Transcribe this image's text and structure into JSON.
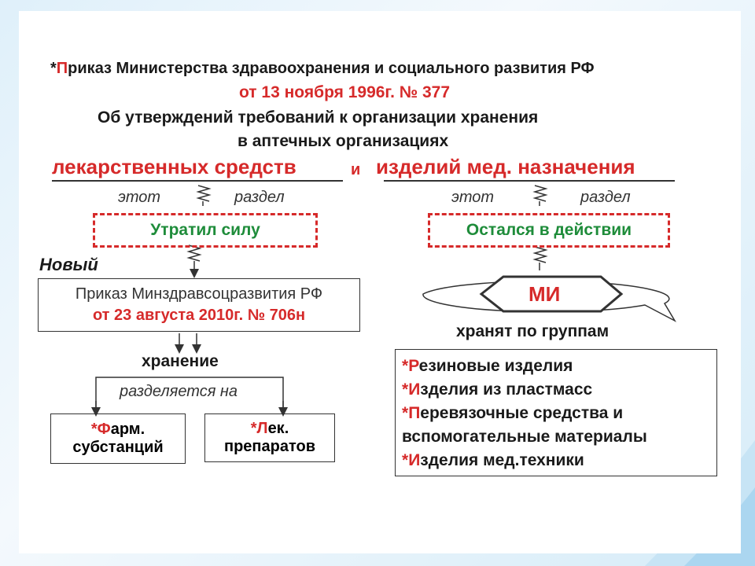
{
  "title": {
    "line1_star": "*",
    "line1_red": "П",
    "line1_rest": "риказ Министерства здравоохранения и социального развития РФ",
    "line2": "от 13 ноября 1996г. № 377",
    "line3": "Об утверждений требований к организации хранения",
    "line4": "в аптечных организациях",
    "line5_left": "лекарственных средств",
    "line5_mid": "и",
    "line5_right": "изделий мед. назначения"
  },
  "left": {
    "label_this": "этот",
    "label_section": "раздел",
    "status": "Утратил силу",
    "new_label": "Новый",
    "new_order_line1": "Приказ Минздравсоцразвития РФ",
    "new_order_line2": "от 23 августа 2010г. № 706н",
    "storage": "хранение",
    "divided": "разделяется на",
    "box1_star": "*",
    "box1_red": "Ф",
    "box1_rest": "арм.",
    "box1_line2": "субстанций",
    "box2_star": "*",
    "box2_red": "Л",
    "box2_rest": "ек.",
    "box2_line2": "препаратов"
  },
  "right": {
    "label_this": "этот",
    "label_section": "раздел",
    "status": "Остался в действии",
    "mi": "МИ",
    "stored": "хранят по группам",
    "groups": [
      {
        "star": "*",
        "red": "Р",
        "rest": "езиновые изделия"
      },
      {
        "star": "*",
        "red": "И",
        "rest": "зделия из пластмасс"
      },
      {
        "star": "*",
        "red": "П",
        "rest": "еревязочные средства и"
      },
      {
        "star": "",
        "red": "",
        "rest": "вспомогательные материалы"
      },
      {
        "star": "*",
        "red": "И",
        "rest": "зделия мед.техники"
      }
    ]
  },
  "colors": {
    "accent": "#d62a2a",
    "text": "#1a1a1a",
    "background": "#ffffff"
  }
}
